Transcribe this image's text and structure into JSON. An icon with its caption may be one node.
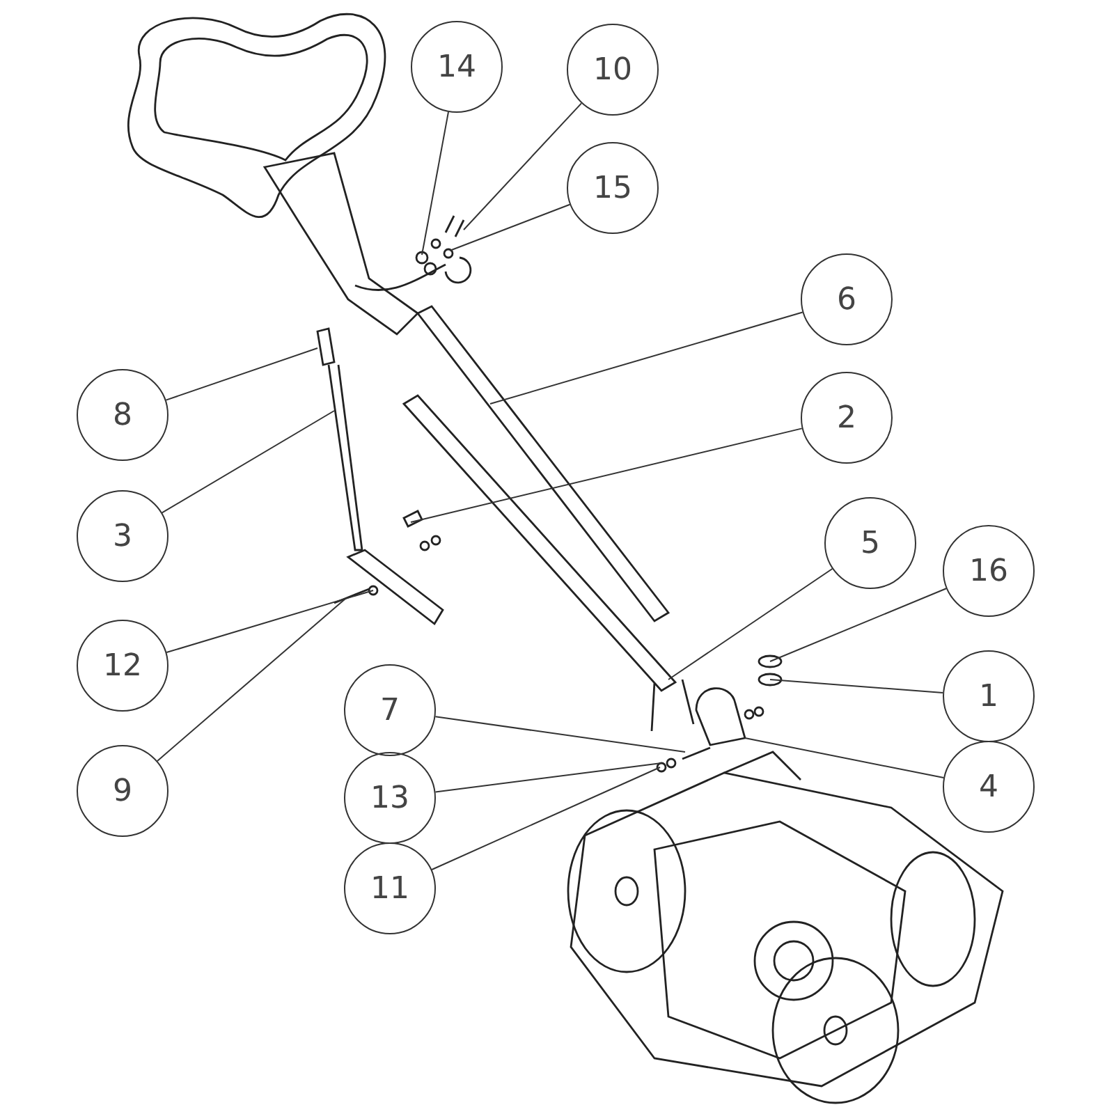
{
  "diagram": {
    "nodes": [
      {
        "text": [
          "14"
        ]
      },
      {
        "text": [
          "10"
        ]
      },
      {
        "text": [
          "15"
        ]
      },
      {
        "text": [
          "6"
        ]
      },
      {
        "text": [
          "8"
        ]
      },
      {
        "text": [
          "2"
        ]
      },
      {
        "text": [
          "3"
        ]
      },
      {
        "text": [
          "5"
        ]
      },
      {
        "text": [
          "16"
        ]
      },
      {
        "text": [
          "12"
        ]
      },
      {
        "text": [
          "1"
        ]
      },
      {
        "text": [
          "7"
        ]
      },
      {
        "text": [
          "4"
        ]
      },
      {
        "text": [
          "9"
        ]
      },
      {
        "text": [
          "13"
        ]
      },
      {
        "text": [
          "11"
        ]
      }
    ],
    "edges": [
      {
        "from": 0,
        "to": null,
        "arrow": "none"
      },
      {
        "from": 1,
        "to": null,
        "arrow": "none"
      },
      {
        "from": 2,
        "to": null,
        "arrow": "none"
      },
      {
        "from": 3,
        "to": null,
        "arrow": "none"
      },
      {
        "from": 4,
        "to": null,
        "arrow": "none"
      },
      {
        "from": 5,
        "to": null,
        "arrow": "none"
      },
      {
        "from": 6,
        "to": null,
        "arrow": "none"
      },
      {
        "from": 7,
        "to": null,
        "arrow": "none"
      },
      {
        "from": 8,
        "to": null,
        "arrow": "none"
      },
      {
        "from": 9,
        "to": null,
        "arrow": "none"
      },
      {
        "from": 10,
        "to": null,
        "arrow": "none"
      },
      {
        "from": 11,
        "to": null,
        "arrow": "none"
      },
      {
        "from": 12,
        "to": null,
        "arrow": "none"
      },
      {
        "from": 13,
        "to": null,
        "arrow": "none"
      },
      {
        "from": 14,
        "to": null,
        "arrow": "none"
      },
      {
        "from": 15,
        "to": null,
        "arrow": "none"
      }
    ]
  }
}
